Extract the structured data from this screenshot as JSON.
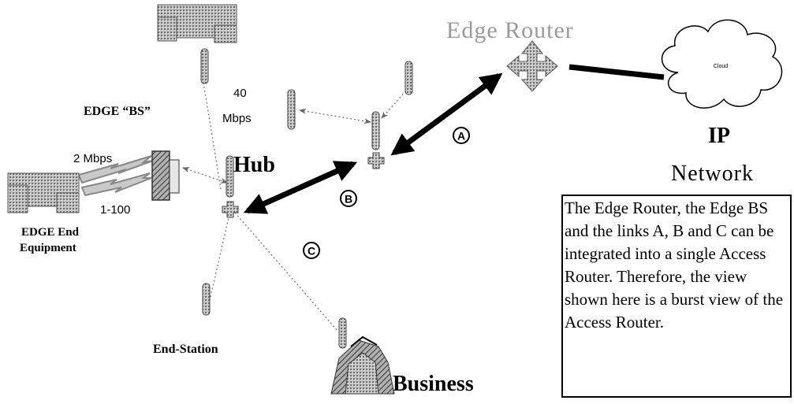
{
  "labels": {
    "edge_router": "Edge Router",
    "cloud": "Cloud",
    "ip": "IP",
    "network": "Network",
    "edge_bs": "EDGE “BS”",
    "rate_40": "40",
    "rate_mbps": "Mbps",
    "hub": "Hub",
    "rate_2mbps": "2 Mbps",
    "range": "1-100",
    "end_equipment_line1": "EDGE End",
    "end_equipment_line2": "Equipment",
    "end_station": "End-Station",
    "business": "Business",
    "link_a": "A",
    "link_b": "B",
    "link_c": "C"
  },
  "note": "The Edge Router, the Edge BS and the links A, B and C can be integrated into a single Access Router. Therefore, the view shown here is a burst view of the Access Router.",
  "colors": {
    "link": "#000000",
    "device_fill": "#9a9a9a",
    "dotted_link": "#777777",
    "background": "#ffffff"
  }
}
